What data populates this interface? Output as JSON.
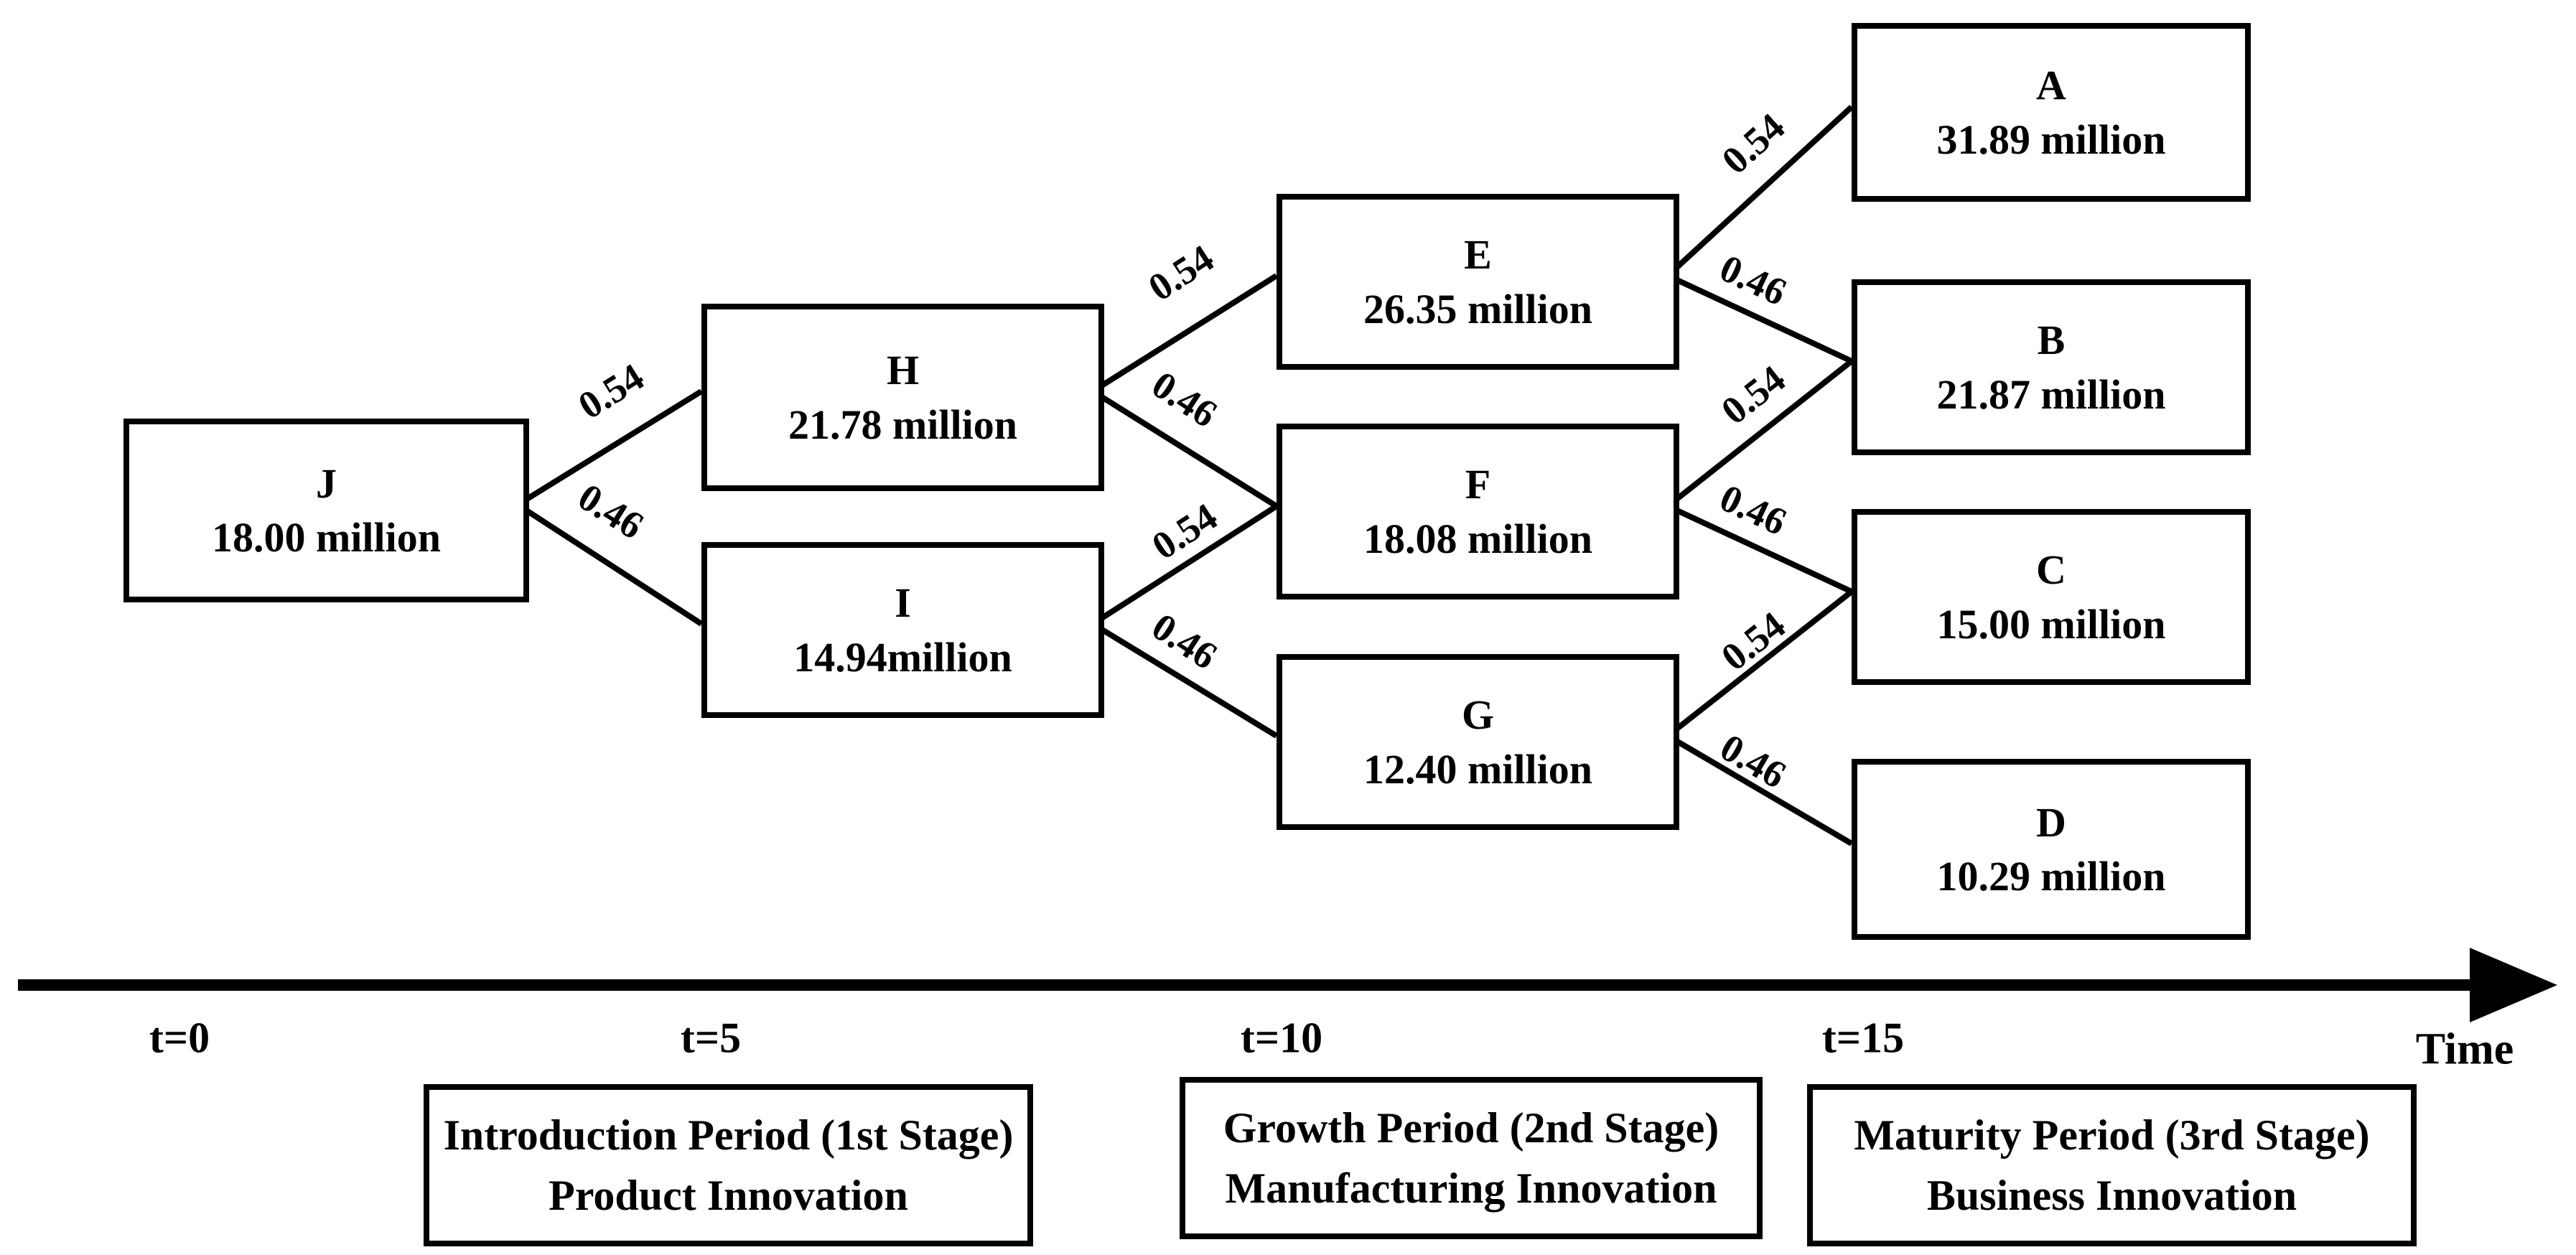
{
  "diagram": {
    "kind": "binomial-lattice-decision-tree",
    "background_color": "#ffffff",
    "line_color": "#000000"
  },
  "nodes": {
    "J": {
      "label": "J",
      "value": "18.00 million"
    },
    "H": {
      "label": "H",
      "value": "21.78 million"
    },
    "I": {
      "label": "I",
      "value": "14.94million"
    },
    "E": {
      "label": "E",
      "value": "26.35 million"
    },
    "F": {
      "label": "F",
      "value": "18.08 million"
    },
    "G": {
      "label": "G",
      "value": "12.40 million"
    },
    "A": {
      "label": "A",
      "value": "31.89 million"
    },
    "B": {
      "label": "B",
      "value": "21.87 million"
    },
    "C": {
      "label": "C",
      "value": "15.00 million"
    },
    "D": {
      "label": "D",
      "value": "10.29 million"
    }
  },
  "edges": {
    "JH": {
      "from": "J",
      "to": "H",
      "prob": "0.54"
    },
    "JI": {
      "from": "J",
      "to": "I",
      "prob": "0.46"
    },
    "HE": {
      "from": "H",
      "to": "E",
      "prob": "0.54"
    },
    "HF": {
      "from": "H",
      "to": "F",
      "prob": "0.46"
    },
    "IF": {
      "from": "I",
      "to": "F",
      "prob": "0.54"
    },
    "IG": {
      "from": "I",
      "to": "G",
      "prob": "0.46"
    },
    "EA": {
      "from": "E",
      "to": "A",
      "prob": "0.54"
    },
    "EB": {
      "from": "E",
      "to": "B",
      "prob": "0.46"
    },
    "FB": {
      "from": "F",
      "to": "B",
      "prob": "0.54"
    },
    "FC": {
      "from": "F",
      "to": "C",
      "prob": "0.46"
    },
    "GC": {
      "from": "G",
      "to": "C",
      "prob": "0.54"
    },
    "GD": {
      "from": "G",
      "to": "D",
      "prob": "0.46"
    }
  },
  "timeline": {
    "ticks": [
      "t=0",
      "t=5",
      "t=10",
      "t=15"
    ],
    "axis_label": "Time"
  },
  "periods": [
    {
      "line1": "Introduction Period (1st Stage)",
      "line2": "Product Innovation"
    },
    {
      "line1": "Growth Period (2nd Stage)",
      "line2": "Manufacturing Innovation"
    },
    {
      "line1": "Maturity Period (3rd Stage)",
      "line2": "Business Innovation"
    }
  ]
}
